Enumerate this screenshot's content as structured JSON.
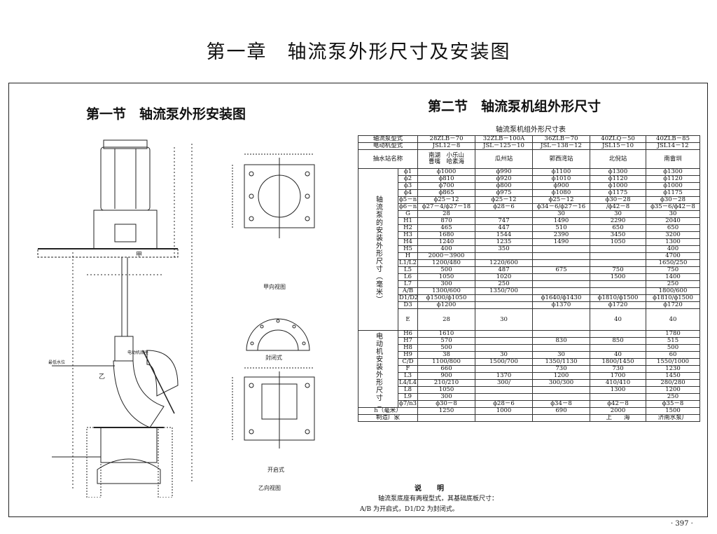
{
  "chapter_title": "第一章　轴流泵外形尺寸及安装图",
  "section1_title": "第一节　轴流泵外形安装图",
  "section2_title": "第二节　轴流泵机组外形尺寸",
  "table_caption": "轴流泵机组外形尺寸表",
  "drawing_labels": {
    "top_view": "甲向视图",
    "closed_type": "封闭式",
    "open_type": "开启式",
    "b_view": "乙向视图",
    "b_mark": "乙",
    "a_mark": "甲",
    "low_water": "最低水位",
    "motor_base": "电动机底座"
  },
  "table": {
    "header_pump": "轴流泵型式",
    "header_motor": "电动机型式",
    "header_station": "抽水站名称",
    "pump_types": [
      "28ZLB－70",
      "32ZLB－100A",
      "36ZLB－70",
      "40ZLQ－50",
      "40ZLB－85"
    ],
    "motor_types": [
      "JSL12－8",
      "JSL－125－10",
      "JSL－138－12",
      "JSL15－10",
      "JSL14－12"
    ],
    "stations": [
      "南湖　小乐山\n曹嘴　哈素海",
      "瓜州站",
      "郭西湾站",
      "北倪站",
      "南畲圳"
    ],
    "group1_label": "轴流泵的安装外形尺寸（毫米）",
    "group2_label": "电动机安装外形尺寸（毫米）",
    "rows1": [
      [
        "ϕ1",
        "ϕ1000",
        "ϕ990",
        "ϕ1100",
        "ϕ1300",
        "ϕ1300"
      ],
      [
        "ϕ2",
        "ϕ810",
        "ϕ920",
        "ϕ1010",
        "ϕ1120",
        "ϕ1120"
      ],
      [
        "ϕ3",
        "ϕ700",
        "ϕ800",
        "ϕ900",
        "ϕ1000",
        "ϕ1000"
      ],
      [
        "ϕ4",
        "ϕ865",
        "ϕ975",
        "ϕ1080",
        "ϕ1175",
        "ϕ1175"
      ],
      [
        "ϕ5－n1",
        "ϕ25－12",
        "ϕ25－12",
        "ϕ25－12",
        "ϕ30－28",
        "ϕ30－28"
      ],
      [
        "ϕ6－n2",
        "ϕ27－4/ϕ27－18",
        "ϕ28－6",
        "ϕ34－6/ϕ27－16",
        "/ϕ42－8",
        "ϕ35－6/ϕ42－8"
      ],
      [
        "G",
        "28",
        "",
        "30",
        "30",
        "30"
      ],
      [
        "H1",
        "870",
        "747",
        "1490",
        "2290",
        "2040"
      ],
      [
        "H2",
        "465",
        "447",
        "510",
        "650",
        "650"
      ],
      [
        "H3",
        "1680",
        "1544",
        "2390",
        "3450",
        "3200"
      ],
      [
        "H4",
        "1240",
        "1235",
        "1490",
        "1050",
        "1300"
      ],
      [
        "H5",
        "400",
        "350",
        "",
        "",
        "400"
      ],
      [
        "H",
        "2000－3900",
        "",
        "",
        "",
        "4700"
      ],
      [
        "L1/L2",
        "1200/480",
        "1220/600",
        "",
        "",
        "1650/250"
      ],
      [
        "L5",
        "500",
        "487",
        "675",
        "750",
        "750"
      ],
      [
        "L6",
        "1050",
        "1020",
        "",
        "1500",
        "1400"
      ],
      [
        "L7",
        "300",
        "250",
        "",
        "",
        "250"
      ],
      [
        "A/B",
        "1300/600",
        "1350/700",
        "",
        "",
        "1800/600"
      ],
      [
        "D1/D2",
        "ϕ1500/ϕ1050",
        "",
        "ϕ1640/ϕ1430",
        "ϕ1810/ϕ1500",
        "ϕ1810/ϕ1500"
      ],
      [
        "D3",
        "ϕ1200",
        "",
        "ϕ1370",
        "ϕ1720",
        "ϕ1720"
      ],
      [
        "E",
        "28",
        "30",
        "",
        "40",
        "40"
      ]
    ],
    "rows2": [
      [
        "H6",
        "1610",
        "",
        "",
        "",
        "1780"
      ],
      [
        "H7",
        "570",
        "",
        "830",
        "850",
        "515"
      ],
      [
        "H8",
        "500",
        "",
        "",
        "",
        "500"
      ],
      [
        "H9",
        "38",
        "30",
        "30",
        "40",
        "60"
      ],
      [
        "C/D",
        "1100/800",
        "1500/700",
        "1350/1130",
        "1800/1450",
        "1550/1000"
      ],
      [
        "F",
        "660",
        "",
        "730",
        "730",
        "1230"
      ],
      [
        "L3",
        "900",
        "1370",
        "1200",
        "1700",
        "1450"
      ],
      [
        "L4/L4",
        "210/210",
        "300/",
        "300/300",
        "410/410",
        "280/280"
      ],
      [
        "L8",
        "1050",
        "",
        "",
        "1300",
        "1200"
      ],
      [
        "L9",
        "300",
        "",
        "",
        "",
        "250"
      ],
      [
        "ϕ7/n3",
        "ϕ30－8",
        "ϕ28－6",
        "ϕ34－8",
        "ϕ42－8",
        "ϕ35－8"
      ]
    ],
    "h_label": "h（毫米）",
    "h_values": [
      "1250",
      "1000",
      "690",
      "2000",
      "1500"
    ],
    "maker_label": "制造厂家",
    "maker_shanghai": "上　　海",
    "maker_jinan": "济南水泵厂"
  },
  "notes": {
    "heading": "说　明",
    "line1": "轴流泵底座有两程型式，其基础底板尺寸：",
    "line2": "A/B 为开启式，D1/D2 为封闭式。"
  },
  "page_number": "· 397 ·"
}
